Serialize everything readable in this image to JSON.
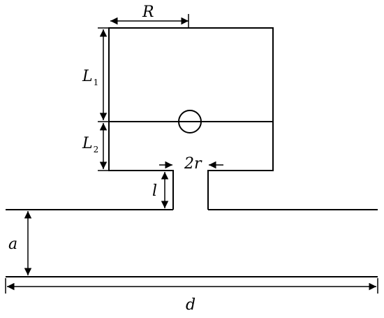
{
  "diagram": {
    "labels": {
      "R": "R",
      "L1_main": "L",
      "L1_sub": "1",
      "L2_main": "L",
      "L2_sub": "2",
      "two_r": "2r",
      "l": "l",
      "a": "a",
      "d": "d"
    }
  }
}
